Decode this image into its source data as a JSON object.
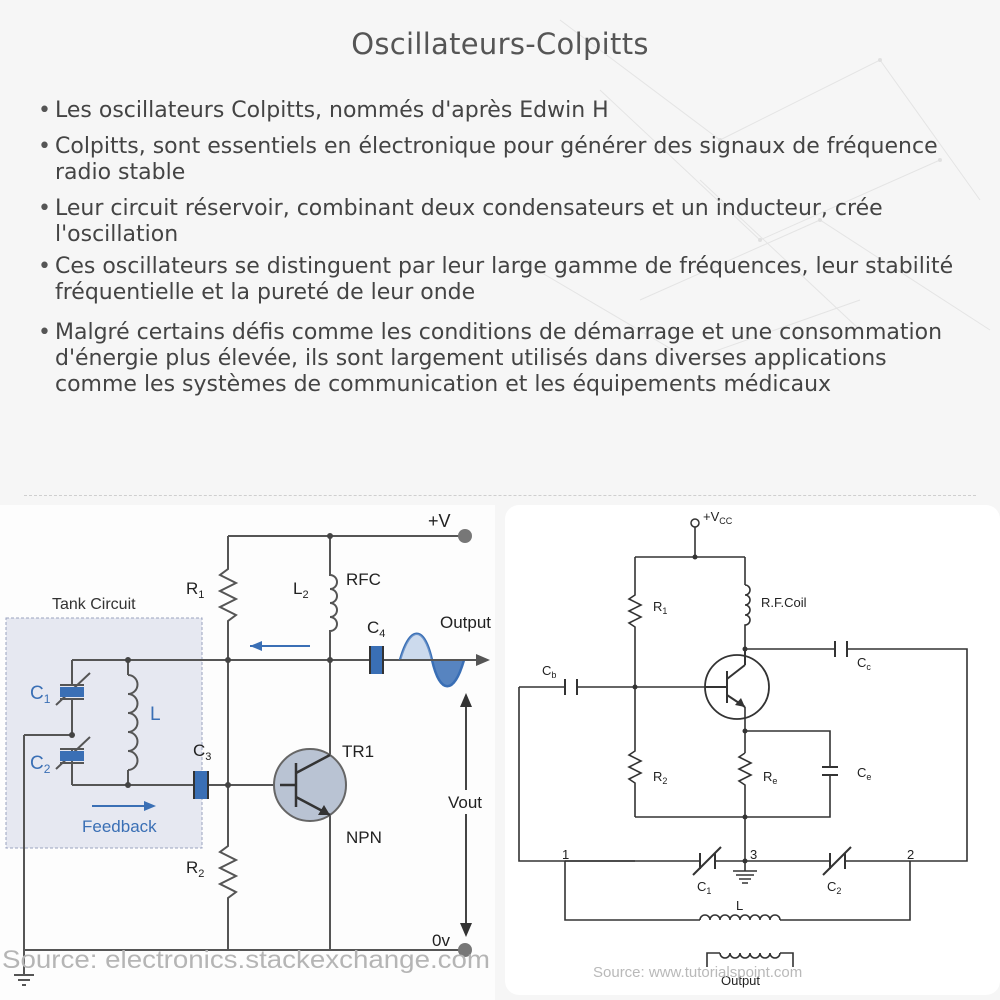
{
  "title": "Oscillateurs-Colpitts",
  "bullets": [
    "Les oscillateurs Colpitts, nommés d'après Edwin H",
    "Colpitts, sont essentiels en électronique pour générer des signaux de fréquence radio stable",
    "Leur circuit réservoir, combinant deux condensateurs et un inducteur, crée l'oscillation",
    "Ces oscillateurs se distinguent par leur large gamme de fréquences, leur stabilité fréquentielle et la pureté de leur onde",
    "Malgré certains défis comme les conditions de démarrage et une consommation d'énergie plus élevée, ils sont largement utilisés dans diverses applications comme les systèmes de communication et les équipements médicaux"
  ],
  "bullet_glyph": "•",
  "left_diagram": {
    "supply": "+V",
    "ground_label": "0v",
    "tank_label": "Tank Circuit",
    "r1": "R",
    "r1_sub": "1",
    "r2": "R",
    "r2_sub": "2",
    "l2": "L",
    "l2_sub": "2",
    "rfc": "RFC",
    "c4": "C",
    "c4_sub": "4",
    "c3": "C",
    "c3_sub": "3",
    "c1": "C",
    "c1_sub": "1",
    "c2": "C",
    "c2_sub": "2",
    "l": "L",
    "output": "Output",
    "tr1": "TR1",
    "npn": "NPN",
    "vout": "Vout",
    "feedback": "Feedback",
    "source": "Source: electronics.stackexchange.com",
    "accent": "#3a6fb5",
    "transistor_fill": "#b9c3d3",
    "tank_fill": "#e6e8f1"
  },
  "right_diagram": {
    "vcc": "+V",
    "vcc_sub": "CC",
    "r1": "R",
    "r1_sub": "1",
    "rf_coil": "R.F.Coil",
    "cc": "C",
    "cc_sub": "c",
    "cb": "C",
    "cb_sub": "b",
    "r2": "R",
    "r2_sub": "2",
    "re": "R",
    "re_sub": "e",
    "ce": "C",
    "ce_sub": "e",
    "node1": "1",
    "node2": "2",
    "node3": "3",
    "c1": "C",
    "c1_sub": "1",
    "c2": "C",
    "c2_sub": "2",
    "l": "L",
    "output": "Output",
    "source": "Source: www.tutorialspoint.com"
  }
}
